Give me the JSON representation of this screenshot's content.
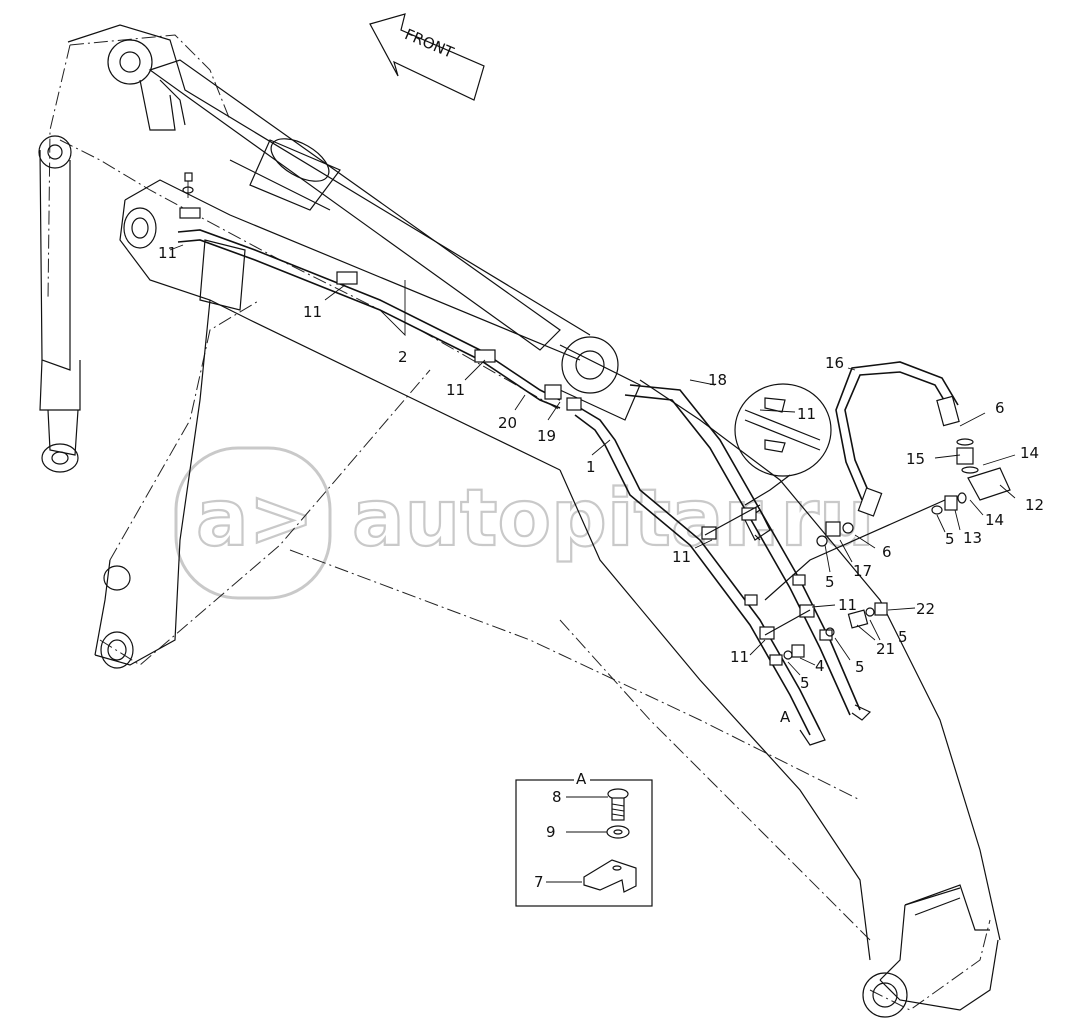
{
  "direction_arrow": {
    "label": "FRONT"
  },
  "watermark": {
    "text": "autopitar.ru"
  },
  "callouts": [
    {
      "id": "c1",
      "text": "1"
    },
    {
      "id": "c2",
      "text": "2"
    },
    {
      "id": "c4",
      "text": "4"
    },
    {
      "id": "c5a",
      "text": "5"
    },
    {
      "id": "c5b",
      "text": "5"
    },
    {
      "id": "c5c",
      "text": "5"
    },
    {
      "id": "c5d",
      "text": "5"
    },
    {
      "id": "c5e",
      "text": "5"
    },
    {
      "id": "c6a",
      "text": "6"
    },
    {
      "id": "c6b",
      "text": "6"
    },
    {
      "id": "c11a",
      "text": "11"
    },
    {
      "id": "c11b",
      "text": "11"
    },
    {
      "id": "c11c",
      "text": "11"
    },
    {
      "id": "c11d",
      "text": "11"
    },
    {
      "id": "c11e",
      "text": "11"
    },
    {
      "id": "c11f",
      "text": "11"
    },
    {
      "id": "c11g",
      "text": "11"
    },
    {
      "id": "c12",
      "text": "12"
    },
    {
      "id": "c13",
      "text": "13"
    },
    {
      "id": "c14a",
      "text": "14"
    },
    {
      "id": "c14b",
      "text": "14"
    },
    {
      "id": "c15",
      "text": "15"
    },
    {
      "id": "c16",
      "text": "16"
    },
    {
      "id": "c17",
      "text": "17"
    },
    {
      "id": "c18",
      "text": "18"
    },
    {
      "id": "c19",
      "text": "19"
    },
    {
      "id": "c20",
      "text": "20"
    },
    {
      "id": "c21",
      "text": "21"
    },
    {
      "id": "c22",
      "text": "22"
    },
    {
      "id": "cA",
      "text": "A"
    }
  ],
  "detail_view": {
    "title": "A",
    "callouts": [
      {
        "id": "d8",
        "text": "8"
      },
      {
        "id": "d9",
        "text": "9"
      },
      {
        "id": "d7",
        "text": "7"
      }
    ]
  }
}
